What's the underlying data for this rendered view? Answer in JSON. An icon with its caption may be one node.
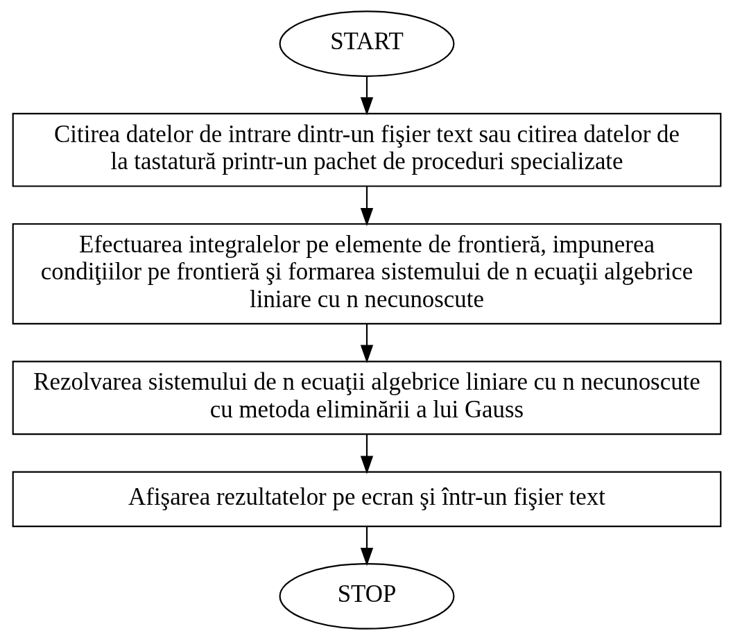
{
  "diagram": {
    "nodes": [
      {
        "text": [
          "START"
        ]
      },
      {
        "text": [
          "Citirea datelor de intrare dintr-un fişier text sau citirea datelor de la tastatură printr-un pachet de proceduri specializate"
        ]
      },
      {
        "text": [
          "Efectuarea integralelor pe elemente de frontieră, impunerea condiţiilor pe frontieră şi formarea sistemului de n ecuaţii algebrice liniare cu n necunoscute"
        ]
      },
      {
        "text": [
          "Rezolvarea sistemului de n ecuaţii algebrice liniare cu n necunoscute cu metoda eliminării a lui Gauss"
        ]
      },
      {
        "text": [
          "Afişarea rezultatelor pe ecran şi într-un fişier text"
        ]
      },
      {
        "text": [
          "STOP"
        ]
      }
    ],
    "edges": [
      {
        "from": 0,
        "to": 1,
        "arrow": "to"
      },
      {
        "from": 1,
        "to": 2,
        "arrow": "to"
      },
      {
        "from": 2,
        "to": 3,
        "arrow": "to"
      },
      {
        "from": 3,
        "to": 4,
        "arrow": "to"
      },
      {
        "from": 4,
        "to": 5,
        "arrow": "to"
      }
    ]
  }
}
